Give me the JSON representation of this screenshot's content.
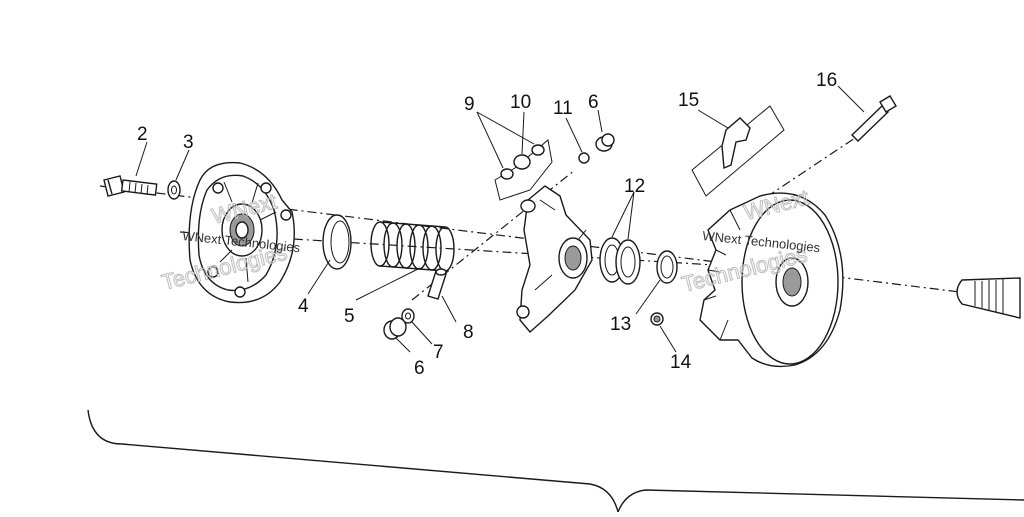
{
  "diagram": {
    "callouts": [
      {
        "id": "c2",
        "text": "2"
      },
      {
        "id": "c3",
        "text": "3"
      },
      {
        "id": "c4",
        "text": "4"
      },
      {
        "id": "c5",
        "text": "5"
      },
      {
        "id": "c6a",
        "text": "6"
      },
      {
        "id": "c6b",
        "text": "6"
      },
      {
        "id": "c7",
        "text": "7"
      },
      {
        "id": "c8",
        "text": "8"
      },
      {
        "id": "c9",
        "text": "9"
      },
      {
        "id": "c10",
        "text": "10"
      },
      {
        "id": "c11",
        "text": "11"
      },
      {
        "id": "c12",
        "text": "12"
      },
      {
        "id": "c13",
        "text": "13"
      },
      {
        "id": "c14",
        "text": "14"
      },
      {
        "id": "c15",
        "text": "15"
      },
      {
        "id": "c16",
        "text": "16"
      }
    ],
    "watermarks": [
      {
        "id": "w1",
        "text": "WNext"
      },
      {
        "id": "w2",
        "text": "Technologies"
      },
      {
        "id": "w3",
        "text": "WNext Technologies"
      },
      {
        "id": "w4",
        "text": "WNext"
      },
      {
        "id": "w5",
        "text": "Technologies"
      },
      {
        "id": "w6",
        "text": "WNext Technologies"
      }
    ]
  }
}
